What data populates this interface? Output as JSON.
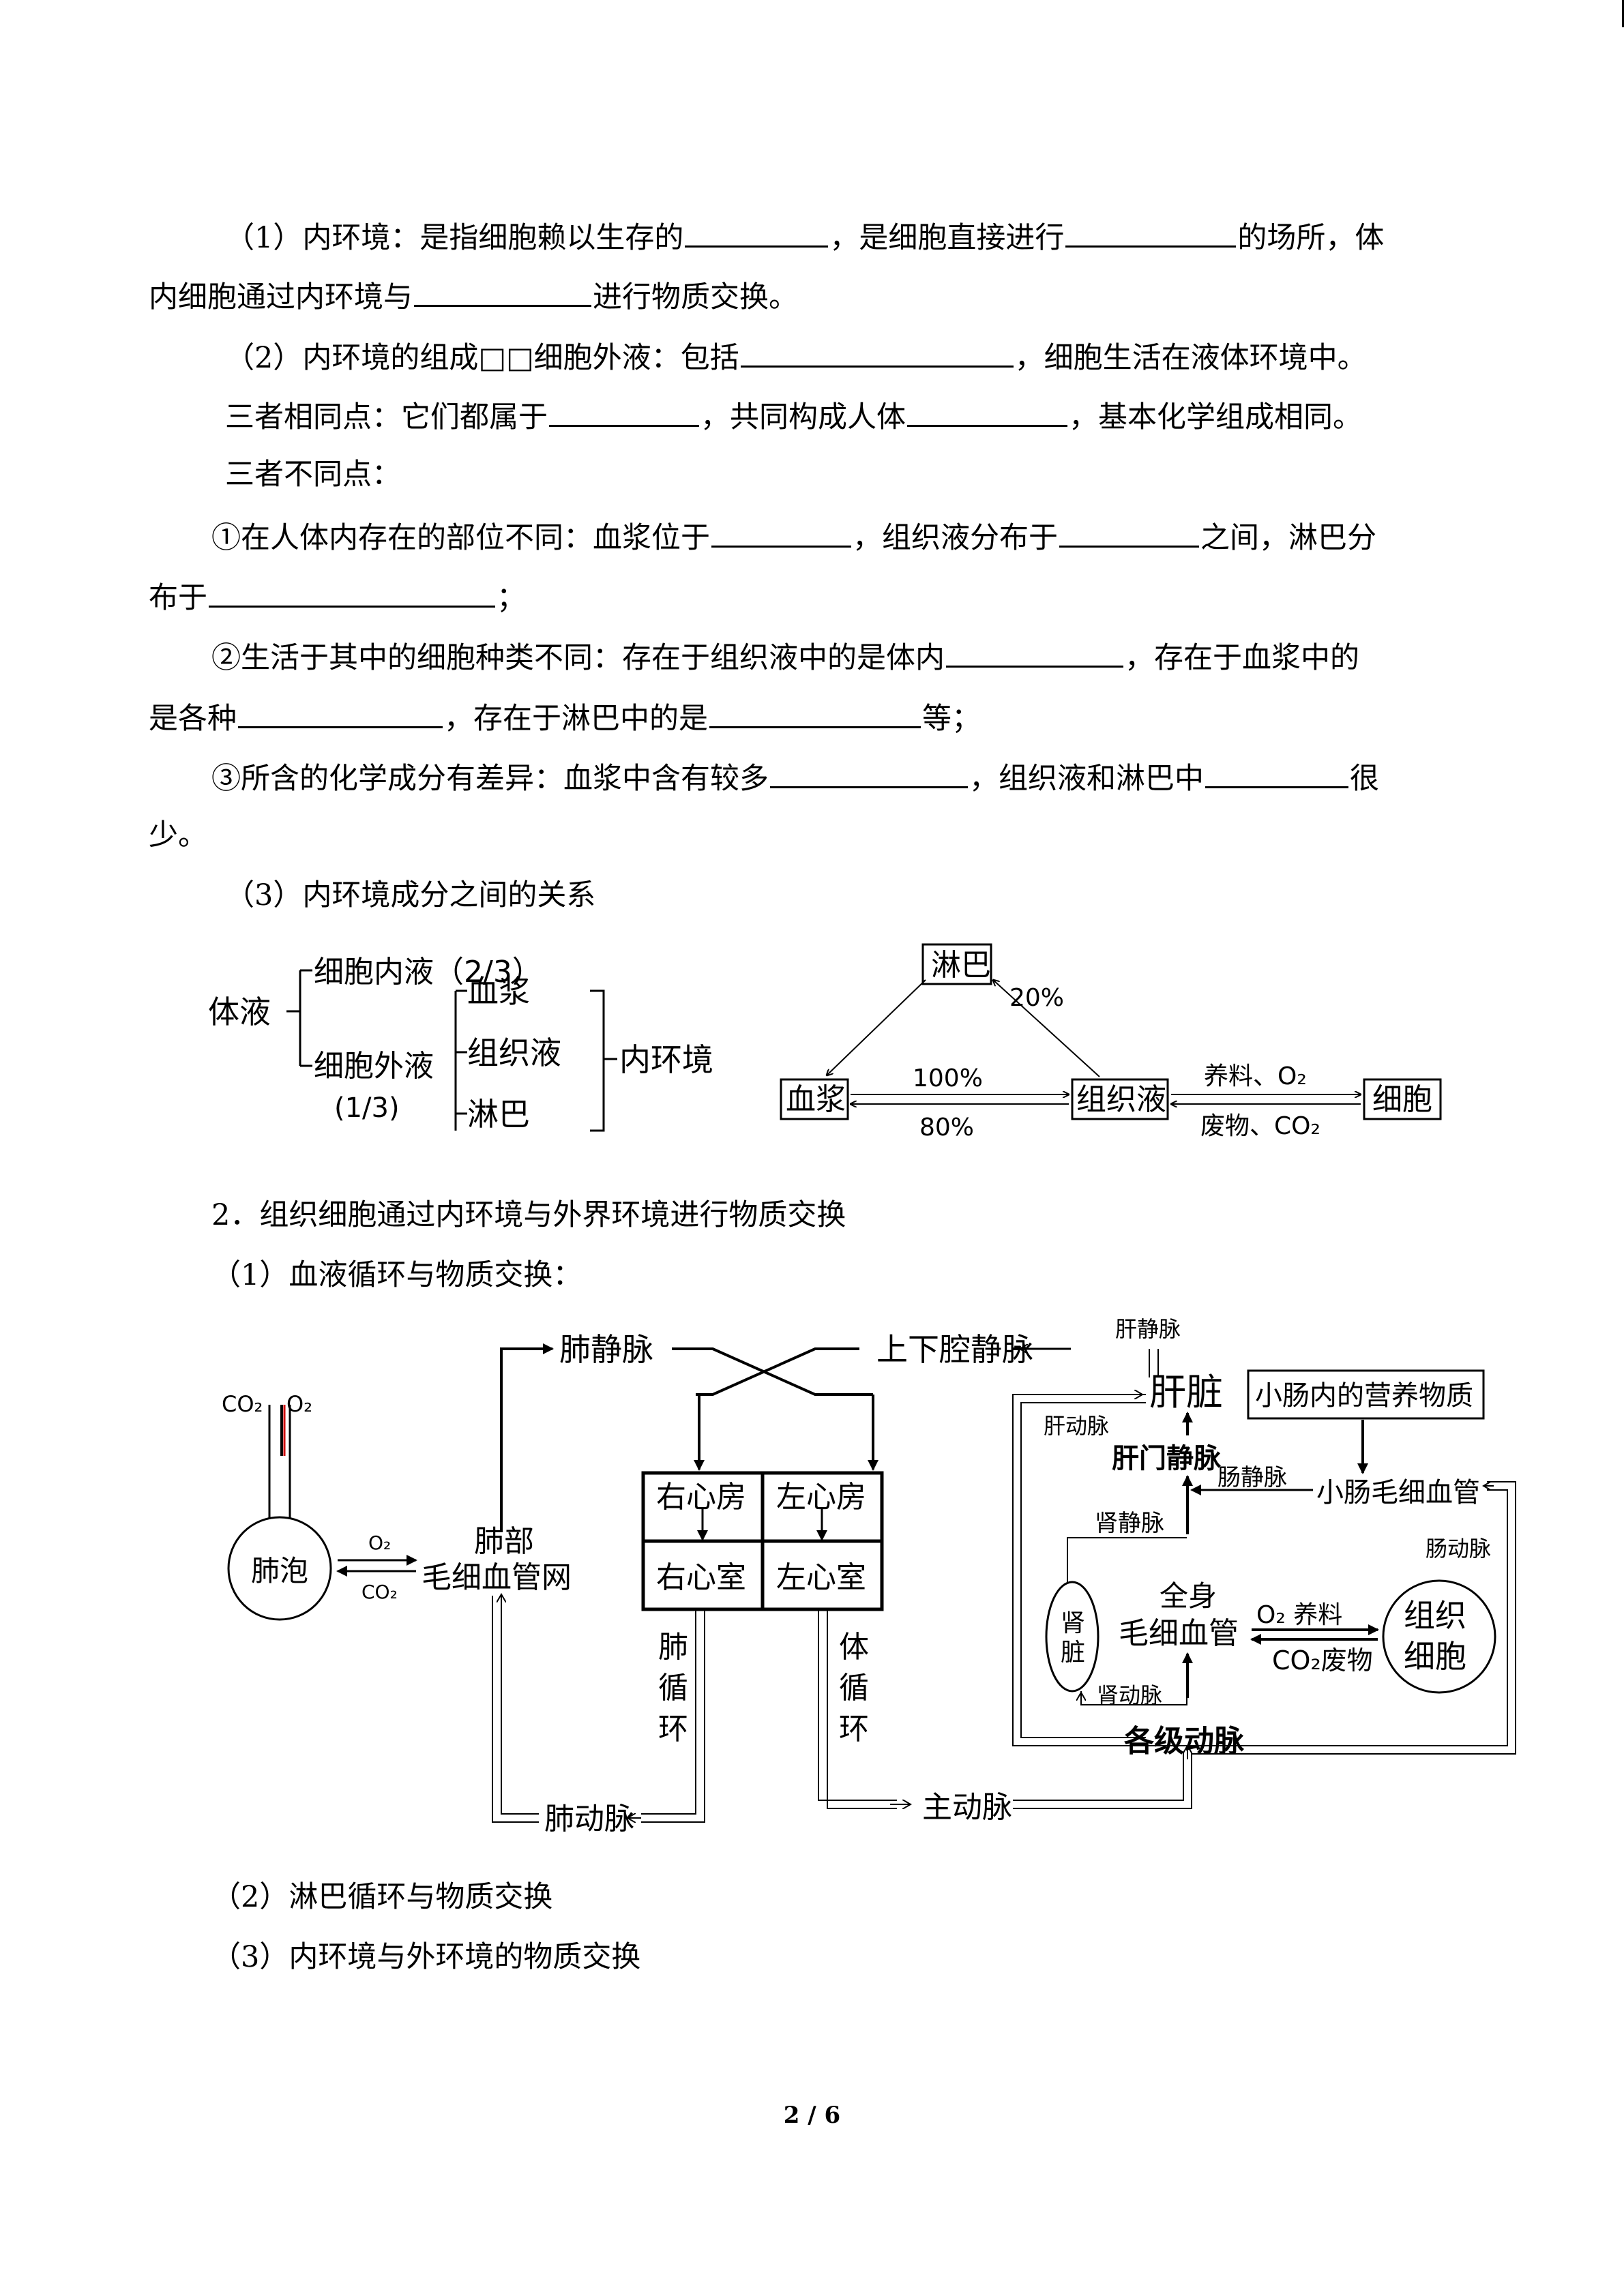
{
  "s1": {
    "l1a": "（1）内环境：是指细胞赖以生存的",
    "l1b": "，是细胞直接进行",
    "l1c": "的场所，体",
    "l2a": "内细胞通过内环境与",
    "l2b": "进行物质交换。",
    "l3a": "（2）内环境的组成□□细胞外液：包括",
    "l3b": "，细胞生活在液体环境中。",
    "l4a": "三者相同点：它们都属于",
    "l4b": "，共同构成人体",
    "l4c": "，基本化学组成相同。",
    "l5": "三者不同点：",
    "l6a": "①在人体内存在的部位不同：血浆位于",
    "l6b": "，组织液分布于",
    "l6c": "之间，淋巴分",
    "l7a": "布于",
    "l7b": "；",
    "l8a": "②生活于其中的细胞种类不同：存在于组织液中的是体内",
    "l8b": "，存在于血浆中的",
    "l9a": "是各种",
    "l9b": "，存在于淋巴中的是",
    "l9c": "等；",
    "l10a": "③所含的化学成分有差异：血浆中含有较多",
    "l10b": "，组织液和淋巴中",
    "l10c": "很",
    "l11": "少。",
    "l12": "（3）内环境成分之间的关系"
  },
  "d1": {
    "body_fluid": "体液",
    "icf": "细胞内液（2/3）",
    "ecf": "细胞外液",
    "ecf_ratio": "(1/3)",
    "plasma": "血浆",
    "tissue_fluid": "组织液",
    "lymph": "淋巴",
    "internal_env": "内环境"
  },
  "d2": {
    "lymph": "淋巴",
    "plasma": "血浆",
    "tissue_fluid": "组织液",
    "cell": "细胞",
    "p20": "20%",
    "p100": "100%",
    "p80": "80%",
    "nutrients": "养料、O₂",
    "wastes": "废物、CO₂"
  },
  "s2": {
    "title": "2．组织细胞通过内环境与外界环境进行物质交换",
    "sub1": "（1）血液循环与物质交换：",
    "sub2": "（2）淋巴循环与物质交换",
    "sub3": "（3）内环境与外环境的物质交换"
  },
  "d3": {
    "co2": "CO₂",
    "o2": "O₂",
    "alveolus": "肺泡",
    "lung_cap_1": "肺部",
    "lung_cap_2": "毛细血管网",
    "pulm_vein": "肺静脉",
    "vena_cava": "上下腔静脉",
    "ra": "右心房",
    "la": "左心房",
    "rv": "右心室",
    "lv": "左心室",
    "pulm_circ": [
      "肺",
      "循",
      "环"
    ],
    "sys_circ": [
      "体",
      "循",
      "环"
    ],
    "pulm_artery": "肺动脉",
    "aorta": "主动脉",
    "hepatic_vein": "肝静脉",
    "liver": "肝脏",
    "hepatic_artery": "肝动脉",
    "intestine_nutrients": "小肠内的营养物质",
    "portal_vein": "肝门静脉",
    "intestine_vein": "肠静脉",
    "intestine_cap": "小肠毛细血管",
    "intestine_artery": "肠动脉",
    "renal_vein": "肾静脉",
    "kidney": [
      "肾",
      "脏"
    ],
    "body_cap_1": "全身",
    "body_cap_2": "毛细血管",
    "o2_nutrients": "O₂ 养料",
    "co2_wastes": "CO₂废物",
    "tissue_cell": [
      "组织",
      "细胞"
    ],
    "renal_artery": "肾动脉",
    "arteries": "各级动脉"
  },
  "page_number": "2 / 6"
}
